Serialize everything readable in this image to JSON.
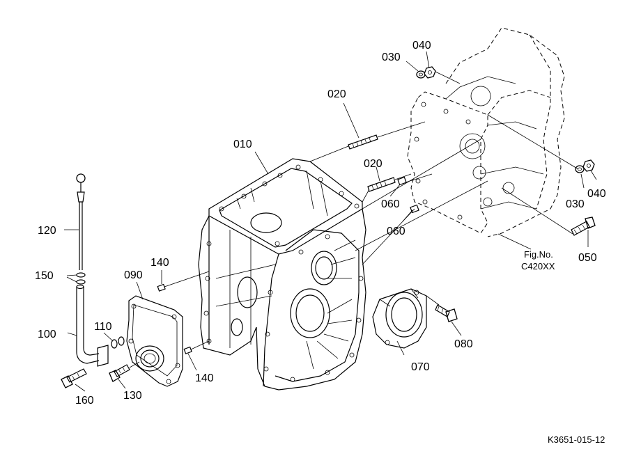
{
  "labels": {
    "p010": "010",
    "p020a": "020",
    "p020b": "020",
    "p030a": "030",
    "p030b": "030",
    "p040a": "040",
    "p040b": "040",
    "p050": "050",
    "p060a": "060",
    "p060b": "060",
    "p070": "070",
    "p080": "080",
    "p090": "090",
    "p100": "100",
    "p110": "110",
    "p120": "120",
    "p130": "130",
    "p140a": "140",
    "p140b": "140",
    "p150": "150",
    "p160": "160"
  },
  "figure": {
    "fig_no_label": "Fig.No.",
    "fig_no": "C420XX"
  },
  "drawing_code": "K3651-015-12"
}
